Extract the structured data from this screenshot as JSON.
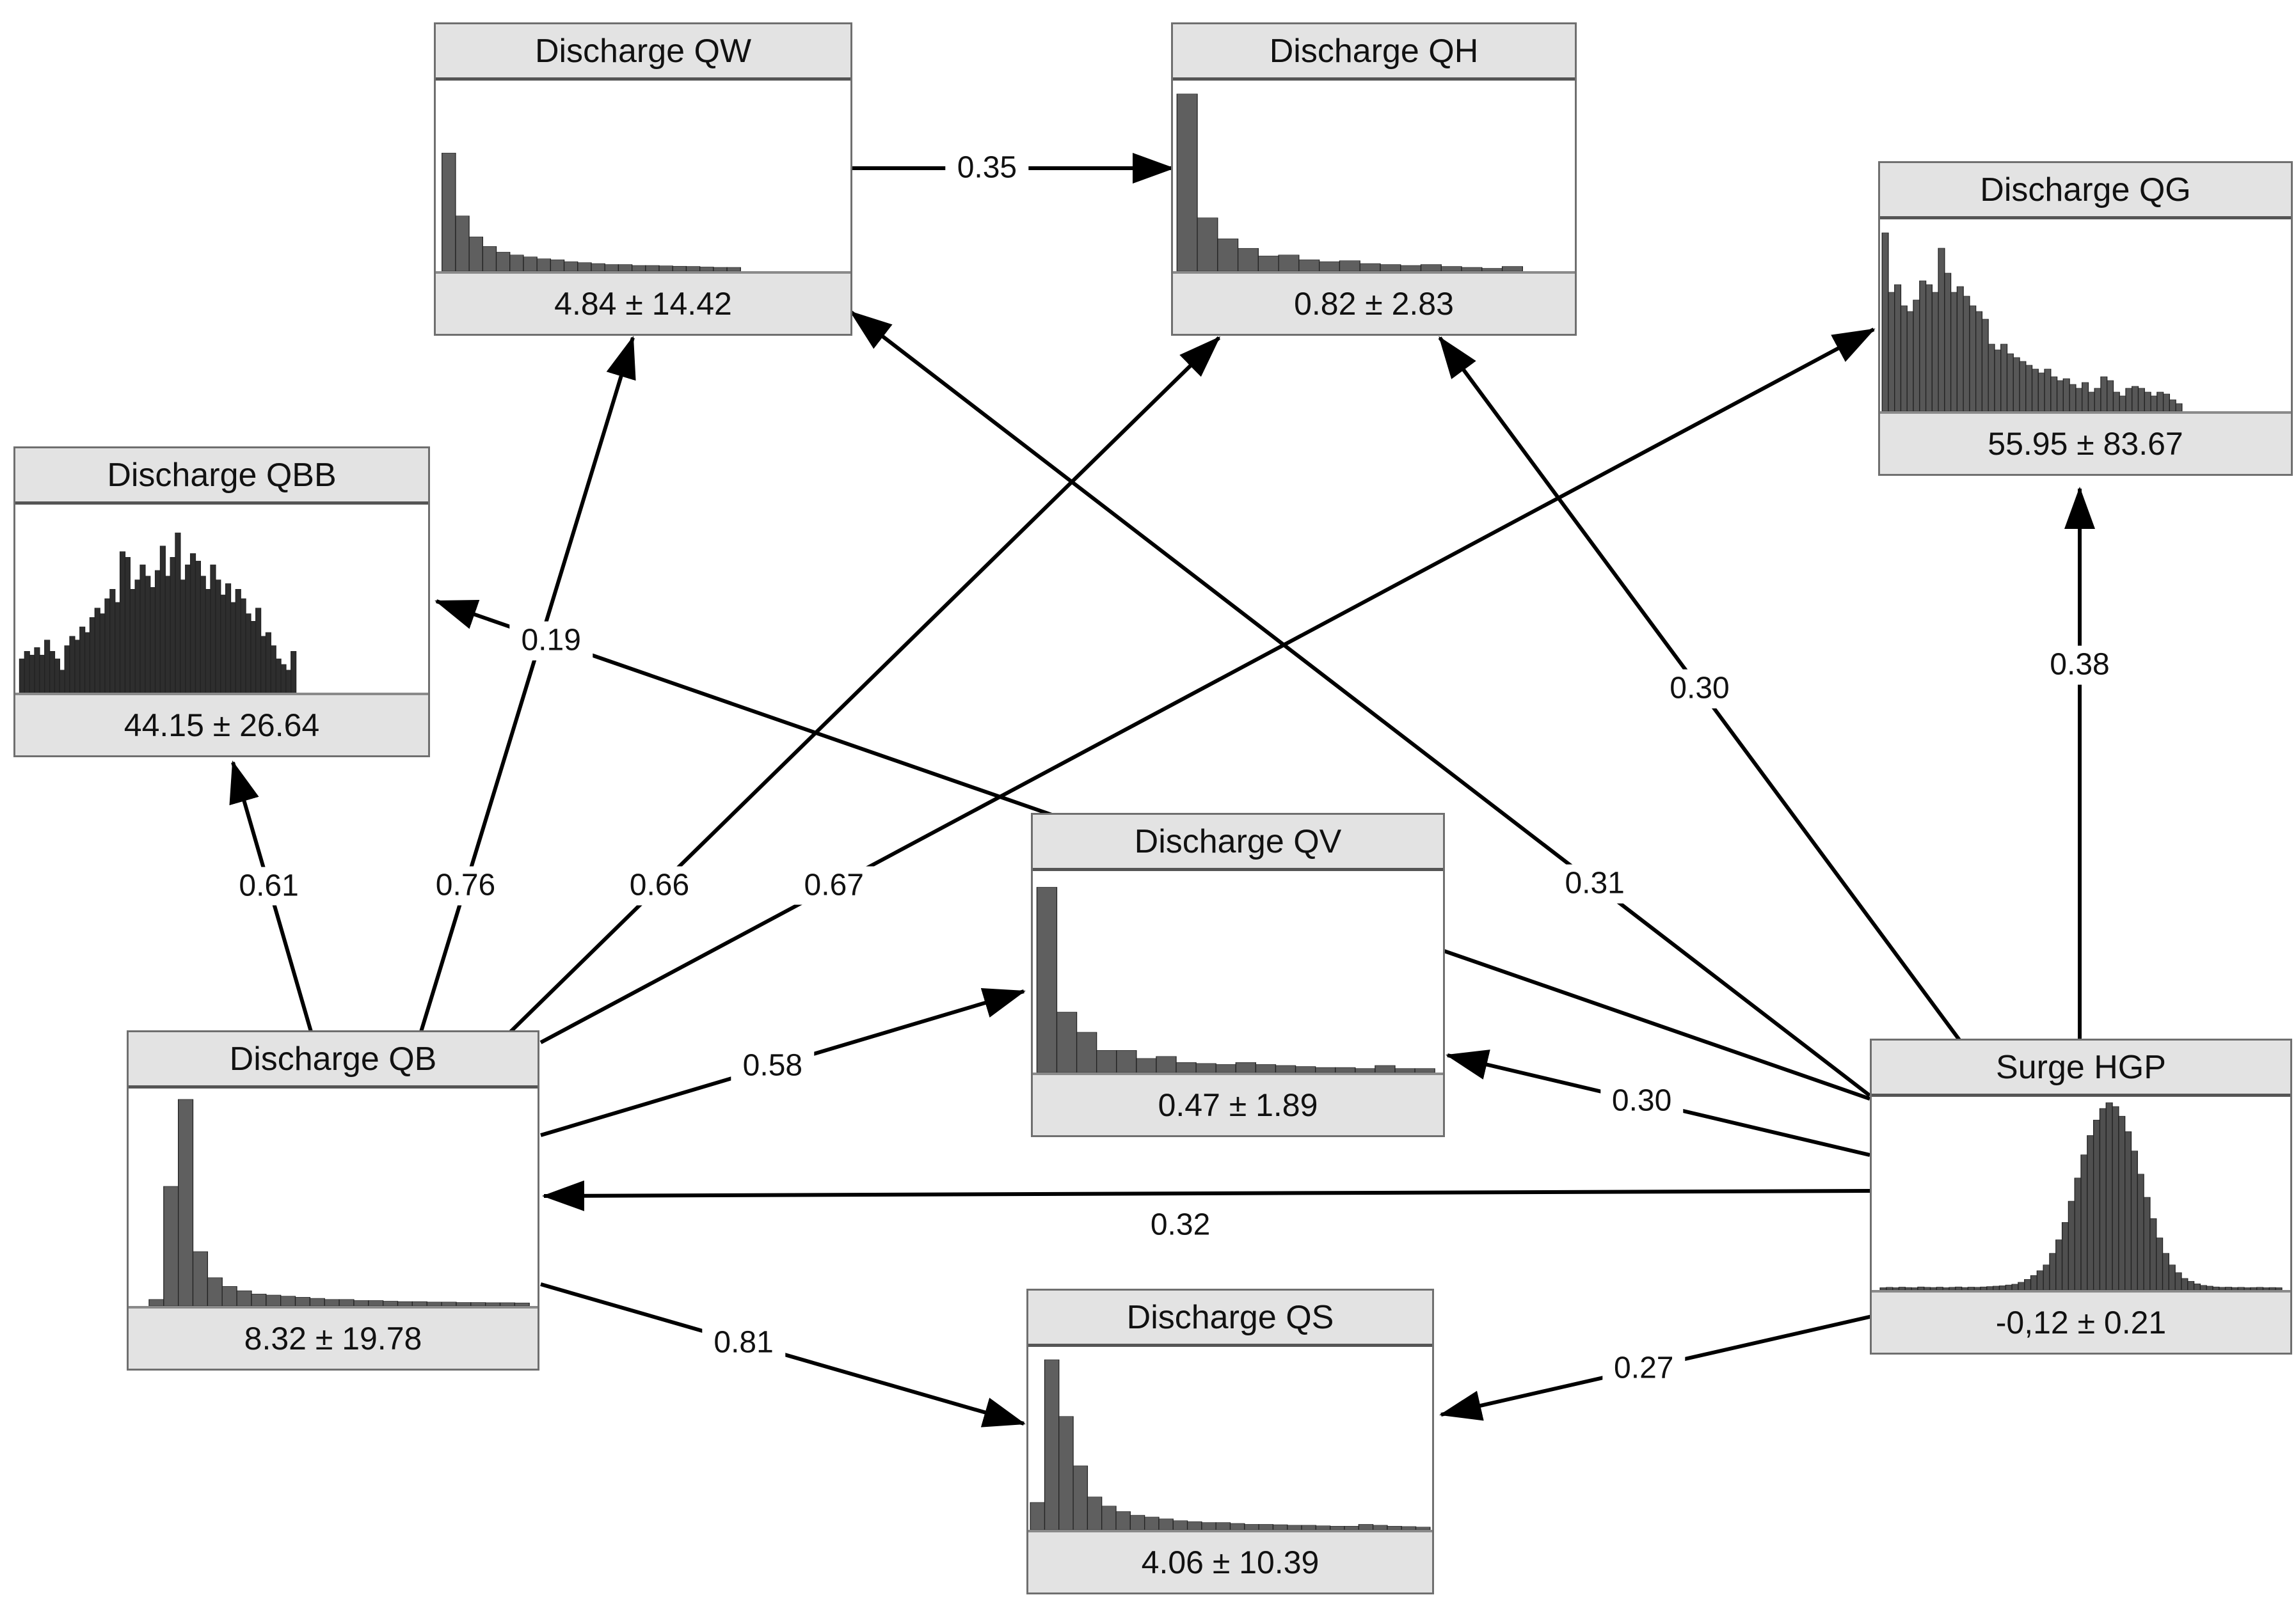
{
  "diagram": {
    "background": "#ffffff",
    "line_color": "#000000",
    "node_fill": "#e3e3e3",
    "node_border": "#6f6f6f",
    "type": "bayesian-network"
  },
  "nodes": [
    {
      "id": "QW",
      "title": "Discharge QW",
      "stat": "4.84 ± 14.42",
      "hist": {
        "start": 0.015,
        "span": 0.72,
        "fill": "#5f5f5f",
        "values": [
          0.62,
          0.29,
          0.18,
          0.13,
          0.1,
          0.085,
          0.075,
          0.065,
          0.06,
          0.05,
          0.045,
          0.04,
          0.035,
          0.035,
          0.03,
          0.03,
          0.028,
          0.026,
          0.025,
          0.022,
          0.02,
          0.02
        ]
      }
    },
    {
      "id": "QH",
      "title": "Discharge QH",
      "stat": "0.82 ± 2.83",
      "hist": {
        "start": 0.01,
        "span": 0.86,
        "fill": "#5f5f5f",
        "values": [
          0.93,
          0.28,
          0.17,
          0.12,
          0.08,
          0.085,
          0.06,
          0.05,
          0.055,
          0.04,
          0.035,
          0.03,
          0.035,
          0.025,
          0.02,
          0.015,
          0.025
        ]
      }
    },
    {
      "id": "QG",
      "title": "Discharge QG",
      "stat": "55.95 ± 83.67",
      "hist": {
        "start": 0.005,
        "span": 0.73,
        "fill": "#575757",
        "values": [
          0.93,
          0.62,
          0.66,
          0.55,
          0.52,
          0.58,
          0.68,
          0.66,
          0.62,
          0.85,
          0.72,
          0.62,
          0.65,
          0.6,
          0.55,
          0.52,
          0.48,
          0.35,
          0.32,
          0.35,
          0.3,
          0.28,
          0.26,
          0.24,
          0.22,
          0.2,
          0.22,
          0.18,
          0.16,
          0.17,
          0.14,
          0.12,
          0.15,
          0.1,
          0.12,
          0.18,
          0.16,
          0.1,
          0.08,
          0.12,
          0.13,
          0.12,
          0.1,
          0.08,
          0.1,
          0.09,
          0.06,
          0.04
        ]
      }
    },
    {
      "id": "QBB",
      "title": "Discharge QBB",
      "stat": "44.15 ± 26.64",
      "hist": {
        "start": 0.01,
        "span": 0.67,
        "fill": "#2e2e2e",
        "values": [
          0.18,
          0.22,
          0.2,
          0.24,
          0.2,
          0.28,
          0.22,
          0.18,
          0.12,
          0.25,
          0.3,
          0.28,
          0.35,
          0.32,
          0.4,
          0.45,
          0.42,
          0.5,
          0.55,
          0.48,
          0.75,
          0.72,
          0.55,
          0.6,
          0.68,
          0.62,
          0.56,
          0.65,
          0.78,
          0.62,
          0.72,
          0.85,
          0.6,
          0.68,
          0.74,
          0.7,
          0.62,
          0.55,
          0.68,
          0.6,
          0.52,
          0.58,
          0.48,
          0.55,
          0.5,
          0.42,
          0.38,
          0.45,
          0.3,
          0.32,
          0.25,
          0.18,
          0.15,
          0.12,
          0.22
        ]
      }
    },
    {
      "id": "QV",
      "title": "Discharge QV",
      "stat": "0.47 ± 1.89",
      "hist": {
        "start": 0.01,
        "span": 0.97,
        "fill": "#5f5f5f",
        "values": [
          0.92,
          0.3,
          0.2,
          0.11,
          0.11,
          0.07,
          0.08,
          0.05,
          0.045,
          0.04,
          0.05,
          0.04,
          0.035,
          0.03,
          0.025,
          0.025,
          0.02,
          0.035,
          0.02,
          0.02
        ]
      }
    },
    {
      "id": "QB",
      "title": "Discharge QB",
      "stat": "8.32 ± 19.78",
      "hist": {
        "start": 0.05,
        "span": 0.93,
        "fill": "#5f5f5f",
        "values": [
          0.03,
          0.55,
          0.95,
          0.25,
          0.13,
          0.09,
          0.07,
          0.055,
          0.05,
          0.045,
          0.04,
          0.035,
          0.03,
          0.03,
          0.025,
          0.025,
          0.022,
          0.02,
          0.02,
          0.018,
          0.018,
          0.016,
          0.016,
          0.015,
          0.015,
          0.014
        ]
      }
    },
    {
      "id": "HGP",
      "title": "Surge HGP",
      "stat": "-0,12 ± 0.21",
      "hist": {
        "start": 0.02,
        "span": 0.96,
        "fill": "#4f4f4f",
        "values": [
          0.012,
          0.014,
          0.012,
          0.015,
          0.013,
          0.012,
          0.016,
          0.014,
          0.013,
          0.015,
          0.012,
          0.014,
          0.016,
          0.013,
          0.015,
          0.014,
          0.016,
          0.018,
          0.02,
          0.022,
          0.026,
          0.03,
          0.04,
          0.055,
          0.075,
          0.1,
          0.13,
          0.19,
          0.26,
          0.35,
          0.46,
          0.58,
          0.7,
          0.8,
          0.88,
          0.94,
          0.97,
          0.95,
          0.9,
          0.82,
          0.72,
          0.6,
          0.48,
          0.37,
          0.27,
          0.19,
          0.13,
          0.09,
          0.06,
          0.045,
          0.032,
          0.024,
          0.02,
          0.016,
          0.014,
          0.015,
          0.013,
          0.014,
          0.012,
          0.013,
          0.014,
          0.012,
          0.013,
          0.012
        ]
      }
    },
    {
      "id": "QS",
      "title": "Discharge QS",
      "stat": "4.06 ± 10.39",
      "hist": {
        "start": 0.005,
        "span": 0.99,
        "fill": "#5f5f5f",
        "values": [
          0.15,
          0.93,
          0.62,
          0.35,
          0.18,
          0.13,
          0.1,
          0.08,
          0.07,
          0.06,
          0.05,
          0.045,
          0.04,
          0.04,
          0.035,
          0.03,
          0.03,
          0.028,
          0.025,
          0.025,
          0.022,
          0.02,
          0.02,
          0.03,
          0.025,
          0.02,
          0.018,
          0.015
        ]
      }
    }
  ],
  "edges": [
    {
      "from": "QW",
      "to": "QH",
      "label": "0.35"
    },
    {
      "from": "QB",
      "to": "QBB",
      "label": "0.61"
    },
    {
      "from": "QB",
      "to": "QW",
      "label": "0.76"
    },
    {
      "from": "QB",
      "to": "QH",
      "label": "0.66"
    },
    {
      "from": "QB",
      "to": "QG",
      "label": "0.67"
    },
    {
      "from": "QB",
      "to": "QV",
      "label": "0.58"
    },
    {
      "from": "QB",
      "to": "QS",
      "label": "0.81"
    },
    {
      "from": "HGP",
      "to": "QBB",
      "label": "0.19"
    },
    {
      "from": "HGP",
      "to": "QW",
      "label": "0.31"
    },
    {
      "from": "HGP",
      "to": "QH",
      "label": "0.30"
    },
    {
      "from": "HGP",
      "to": "QG",
      "label": "0.38"
    },
    {
      "from": "HGP",
      "to": "QV",
      "label": "0.30"
    },
    {
      "from": "HGP",
      "to": "QB",
      "label": "0.32"
    },
    {
      "from": "HGP",
      "to": "QS",
      "label": "0.27"
    }
  ]
}
